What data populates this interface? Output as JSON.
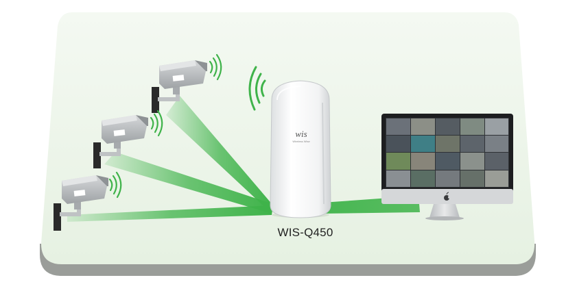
{
  "device": {
    "name": "WIS-Q450",
    "logo_text": "wis",
    "logo_tagline": "Wireless Wise"
  },
  "icons": {
    "camera": "surveillance-camera-icon",
    "wireless": "wireless-signal-icon",
    "access_point": "outdoor-access-point-icon",
    "monitor": "monitor-display-icon",
    "brand": "apple-logo-icon"
  },
  "colors": {
    "platform_top": "#eaf4e6",
    "platform_side": "#9a9d99",
    "beam_green": "#3fb34a",
    "camera_body": "#bfc2c4",
    "monitor_frame": "#1d1e20",
    "monitor_stand": "#c8cacc",
    "label_text": "#222222"
  }
}
